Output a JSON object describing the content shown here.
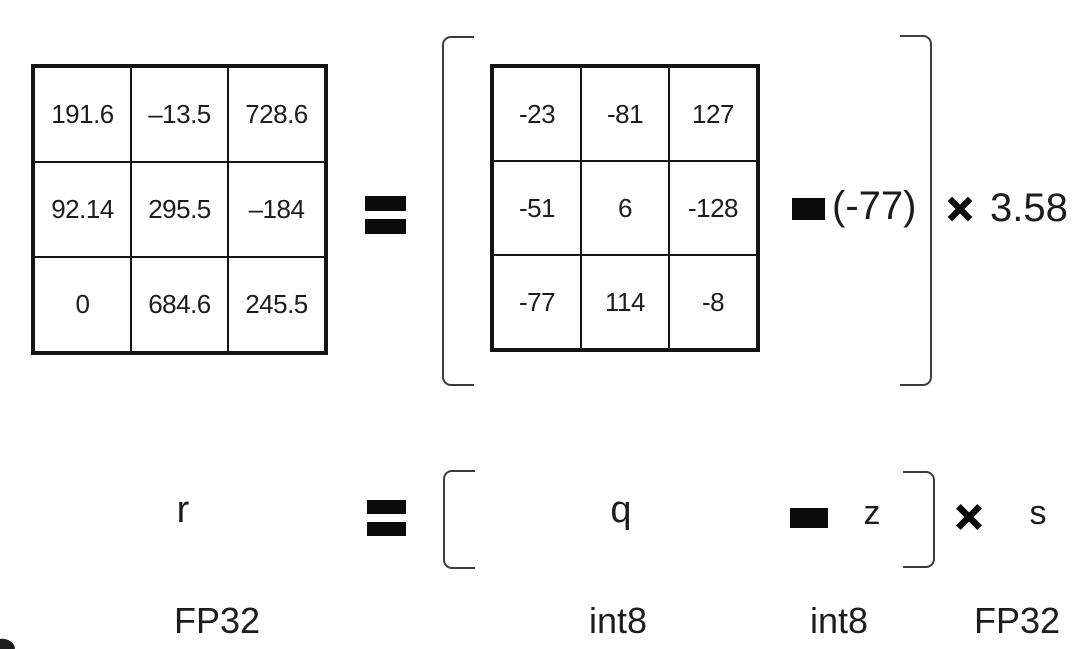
{
  "equation": {
    "fp32_matrix": {
      "rows": [
        [
          "191.6",
          "–13.5",
          "728.6"
        ],
        [
          "92.14",
          "295.5",
          "–184"
        ],
        [
          "0",
          "684.6",
          "245.5"
        ]
      ]
    },
    "int8_matrix": {
      "rows": [
        [
          "-23",
          "-81",
          "127"
        ],
        [
          "-51",
          "6",
          "-128"
        ],
        [
          "-77",
          "114",
          "-8"
        ]
      ]
    },
    "zero_point": "(-77)",
    "scale": "3.58"
  },
  "symbolic_row": {
    "r": "r",
    "q": "q",
    "z": "z",
    "s": "s"
  },
  "type_labels": {
    "r_type": "FP32",
    "q_type": "int8",
    "z_type": "int8",
    "s_type": "FP32"
  },
  "icons": {
    "equals": "bold-equals",
    "minus": "bold-minus",
    "times": "heavy-x",
    "brackets": "square-brackets"
  },
  "colors": {
    "ink": "#0b0b0b",
    "matrix_border": "#141414",
    "bracket_line": "#3c3c3c",
    "text": "#1c1c1c",
    "background": "#ffffff"
  }
}
